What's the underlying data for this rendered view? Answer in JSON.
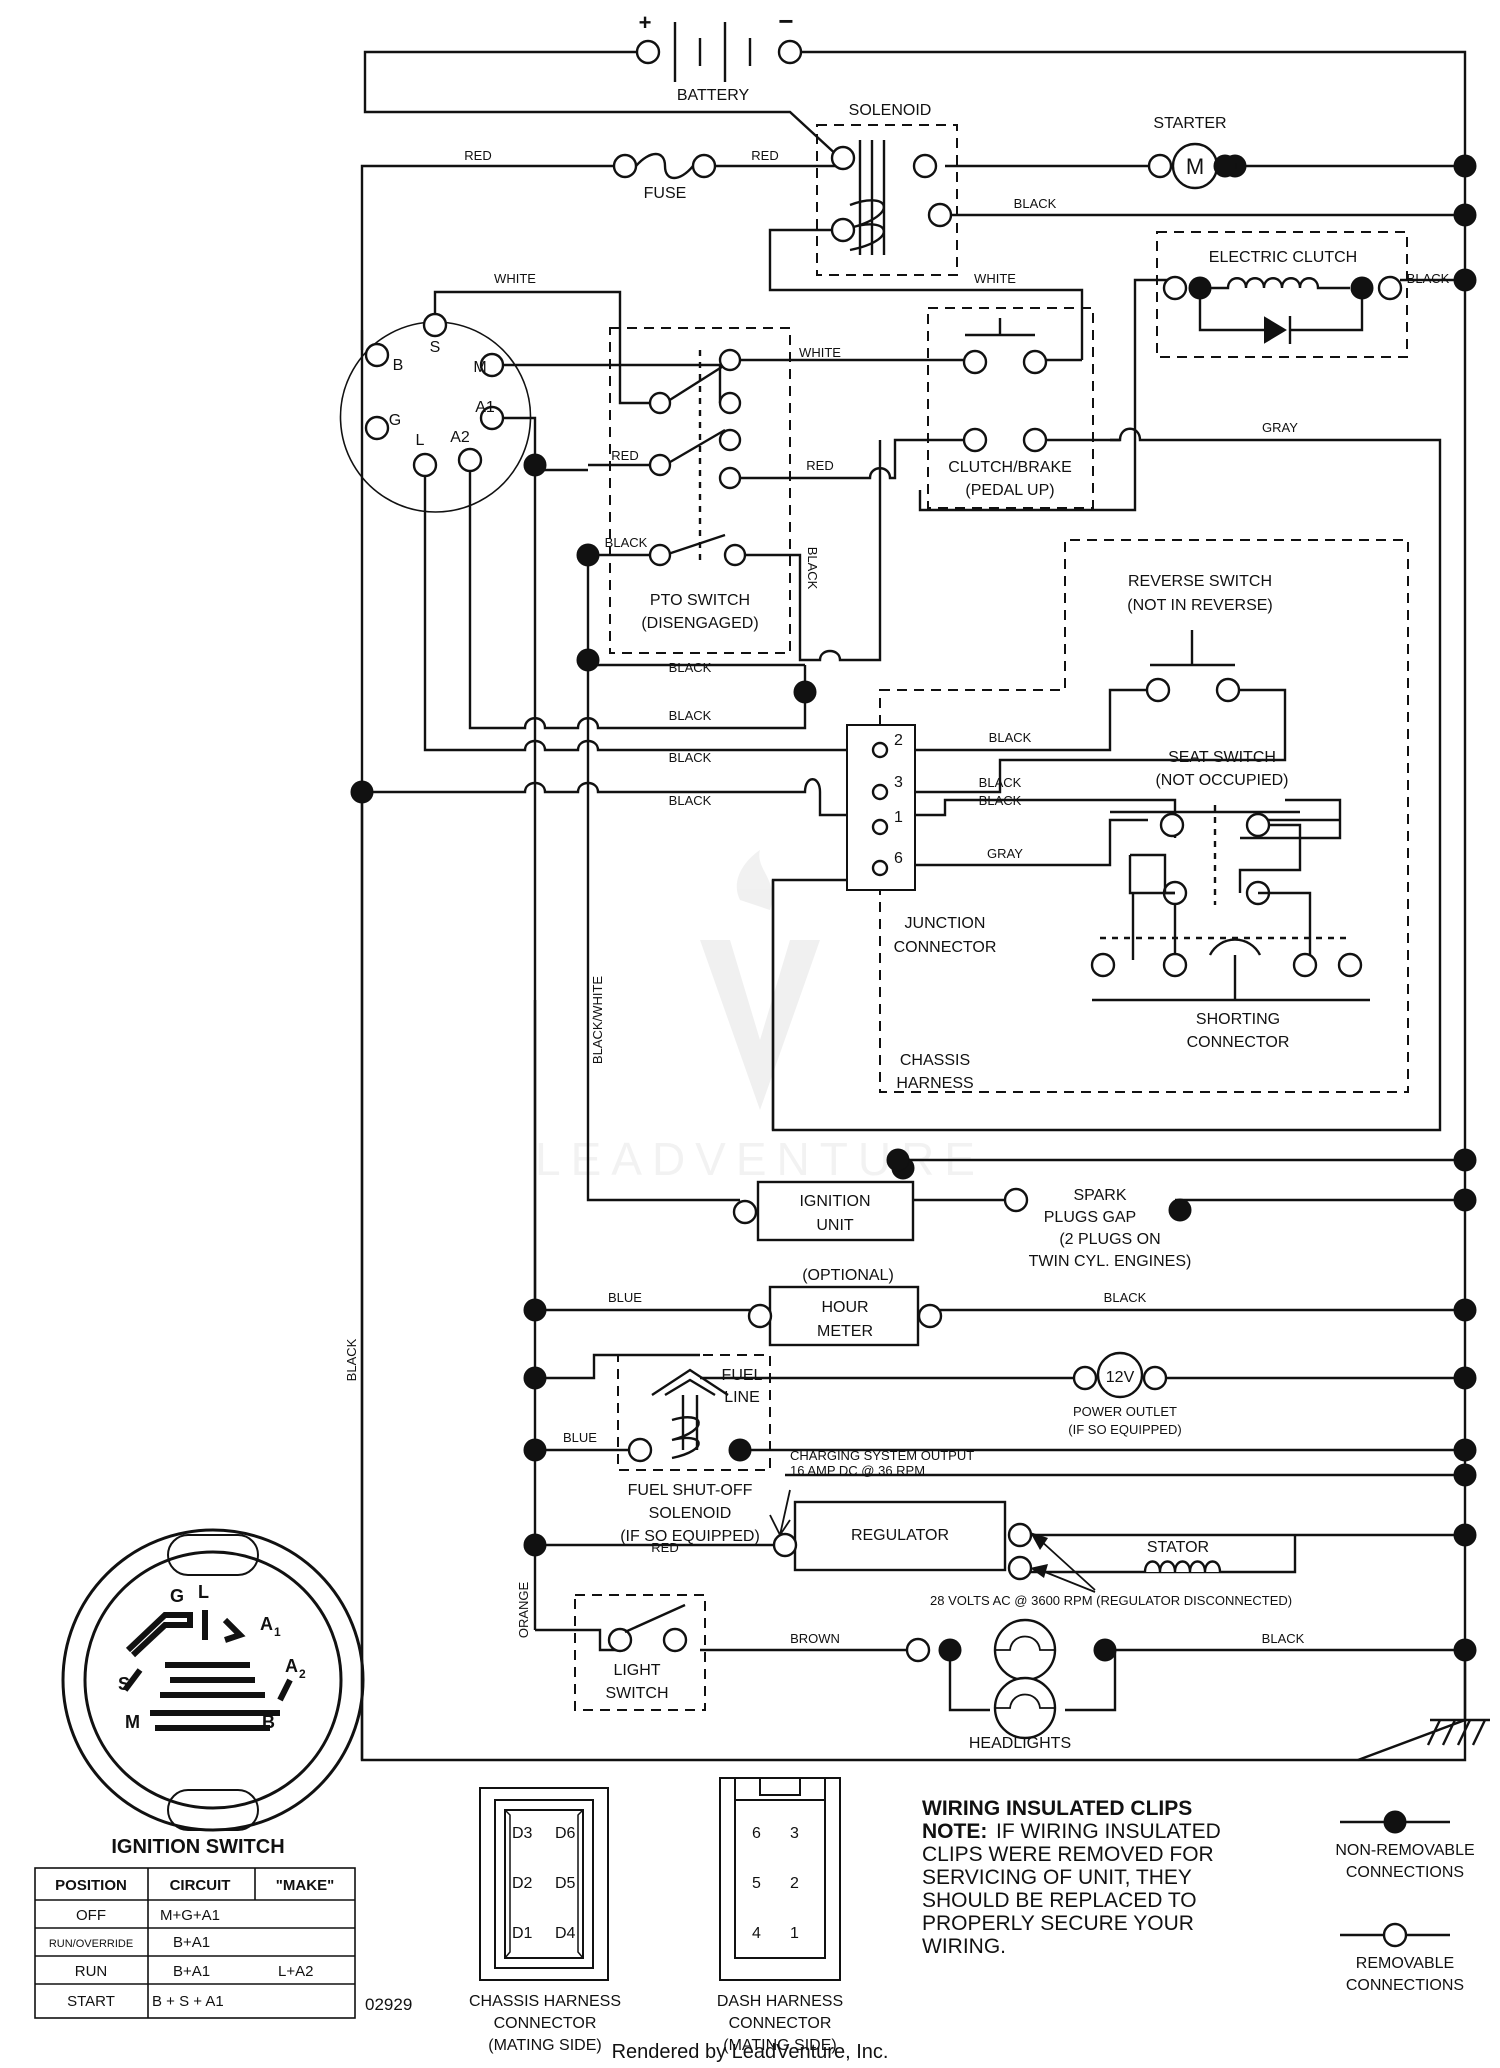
{
  "labels": {
    "battery": "BATTERY",
    "battery_plus": "+",
    "battery_minus": "−",
    "solenoid": "SOLENOID",
    "starter": "STARTER",
    "starter_m": "M",
    "fuse": "FUSE",
    "electric_clutch": "ELECTRIC CLUTCH",
    "clutch_brake": "CLUTCH/BRAKE",
    "pedal_up": "(PEDAL UP)",
    "pto_switch": "PTO SWITCH",
    "disengaged": "(DISENGAGED)",
    "reverse_switch": "REVERSE SWITCH",
    "not_in_reverse": "(NOT IN REVERSE)",
    "seat_switch": "SEAT SWITCH",
    "not_occupied": "(NOT OCCUPIED)",
    "junction": "JUNCTION",
    "connector": "CONNECTOR",
    "shorting": "SHORTING",
    "shorting_connector": "CONNECTOR",
    "chassis": "CHASSIS",
    "harness": "HARNESS",
    "ignition": "IGNITION",
    "unit": "UNIT",
    "spark1": "SPARK",
    "spark2": "PLUGS GAP",
    "spark3": "(2 PLUGS ON",
    "spark4": "TWIN CYL. ENGINES)",
    "optional": "(OPTIONAL)",
    "hour": "HOUR",
    "meter": "METER",
    "fuel": "FUEL",
    "line": "LINE",
    "volt12": "12V",
    "power_outlet": "POWER OUTLET",
    "if_so_equipped": "(IF SO EQUIPPED)",
    "fuel_shutoff": "FUEL SHUT-OFF",
    "solenoid2": "SOLENOID",
    "if_so_equipped2": "(IF SO EQUIPPED)",
    "charging1": "CHARGING SYSTEM OUTPUT",
    "charging2": "16 AMP DC @ 36 RPM",
    "regulator": "REGULATOR",
    "stator": "STATOR",
    "volts_ac": "28 VOLTS AC @ 3600 RPM (REGULATOR DISCONNECTED)",
    "light": "LIGHT",
    "switch": "SWITCH",
    "headlights": "HEADLIGHTS",
    "chassis_harness_connector": [
      "CHASSIS HARNESS",
      "CONNECTOR",
      "(MATING SIDE)"
    ],
    "dash_harness_connector": [
      "DASH HARNESS",
      "CONNECTOR",
      "(MATING SIDE)"
    ],
    "ignition_switch_title": "IGNITION SWITCH",
    "part_number": "02929",
    "rendered_by": "Rendered by LeadVenture, Inc.",
    "watermark": "LEADVENTURE"
  },
  "terminals": {
    "B": "B",
    "S": "S",
    "M": "M",
    "G": "G",
    "L": "L",
    "A1": "A1",
    "A2": "A2",
    "j2": "2",
    "j3": "3",
    "j1": "1",
    "j6": "6"
  },
  "switch_face": {
    "G": "G",
    "L": "L",
    "A1": "A",
    "A1sub": "1",
    "S": "S",
    "A2": "A",
    "A2sub": "2",
    "M": "M",
    "B": "B"
  },
  "wires": {
    "red1": "RED",
    "red2": "RED",
    "red3": "RED",
    "red4": "RED",
    "red5": "RED",
    "black1": "BLACK",
    "black2": "BLACK",
    "black3": "BLACK",
    "black4": "BLACK",
    "black5": "BLACK",
    "black6": "BLACK",
    "black7": "BLACK",
    "black8": "BLACK",
    "black9": "BLACK",
    "black10": "BLACK",
    "black11": "BLACK",
    "black12": "BLACK",
    "black13": "BLACK",
    "black_left": "BLACK",
    "white1": "WHITE",
    "white2": "WHITE",
    "white3": "WHITE",
    "gray1": "GRAY",
    "gray2": "GRAY",
    "blue1": "BLUE",
    "blue2": "BLUE",
    "brown": "BROWN",
    "orange": "ORANGE",
    "black_white": "BLACK/WHITE"
  },
  "connectors": {
    "chassis": [
      "D3",
      "D6",
      "D2",
      "D5",
      "D1",
      "D4"
    ],
    "dash": [
      "6",
      "3",
      "5",
      "2",
      "4",
      "1"
    ]
  },
  "note": {
    "title": "WIRING INSULATED CLIPS",
    "note_label": "NOTE:",
    "lines": [
      "IF WIRING INSULATED",
      "CLIPS WERE REMOVED FOR",
      "SERVICING OF UNIT, THEY",
      "SHOULD BE REPLACED TO",
      "PROPERLY SECURE YOUR",
      "WIRING."
    ]
  },
  "legend": {
    "non_removable": [
      "NON-REMOVABLE",
      "CONNECTIONS"
    ],
    "removable": [
      "REMOVABLE",
      "CONNECTIONS"
    ]
  },
  "table": {
    "headers": [
      "POSITION",
      "CIRCUIT",
      "\"MAKE\""
    ],
    "rows": [
      {
        "position": "OFF",
        "circuit": "M+G+A1",
        "extra": ""
      },
      {
        "position": "RUN/OVERRIDE",
        "circuit": "B+A1",
        "extra": ""
      },
      {
        "position": "RUN",
        "circuit": "B+A1",
        "extra": "L+A2"
      },
      {
        "position": "START",
        "circuit": "B + S + A1",
        "extra": ""
      }
    ]
  }
}
